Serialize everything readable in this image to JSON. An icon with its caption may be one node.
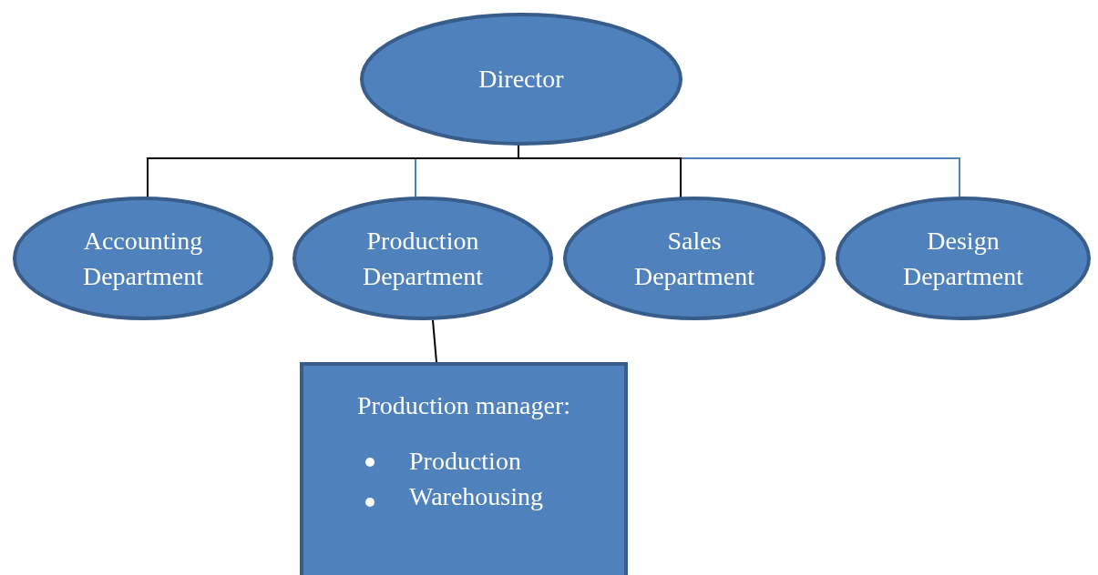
{
  "diagram": {
    "nodes": [
      {
        "text": [
          "Director"
        ]
      },
      {
        "text": [
          "Accounting Department"
        ]
      },
      {
        "text": [
          "Production Department"
        ]
      },
      {
        "text": [
          "Sales Department"
        ]
      },
      {
        "text": [
          "Design Department"
        ]
      },
      {
        "text": [
          "Production manager:",
          "Production",
          "Warehousing"
        ]
      }
    ],
    "edges": [
      {
        "from": 0,
        "to": 1,
        "arrow": "none"
      },
      {
        "from": 0,
        "to": 2,
        "arrow": "none",
        "color": "#4f81bd"
      },
      {
        "from": 0,
        "to": 3,
        "arrow": "none"
      },
      {
        "from": 0,
        "to": 4,
        "arrow": "none",
        "color": "#4f81bd"
      },
      {
        "from": 2,
        "to": 5,
        "arrow": "none"
      }
    ]
  }
}
